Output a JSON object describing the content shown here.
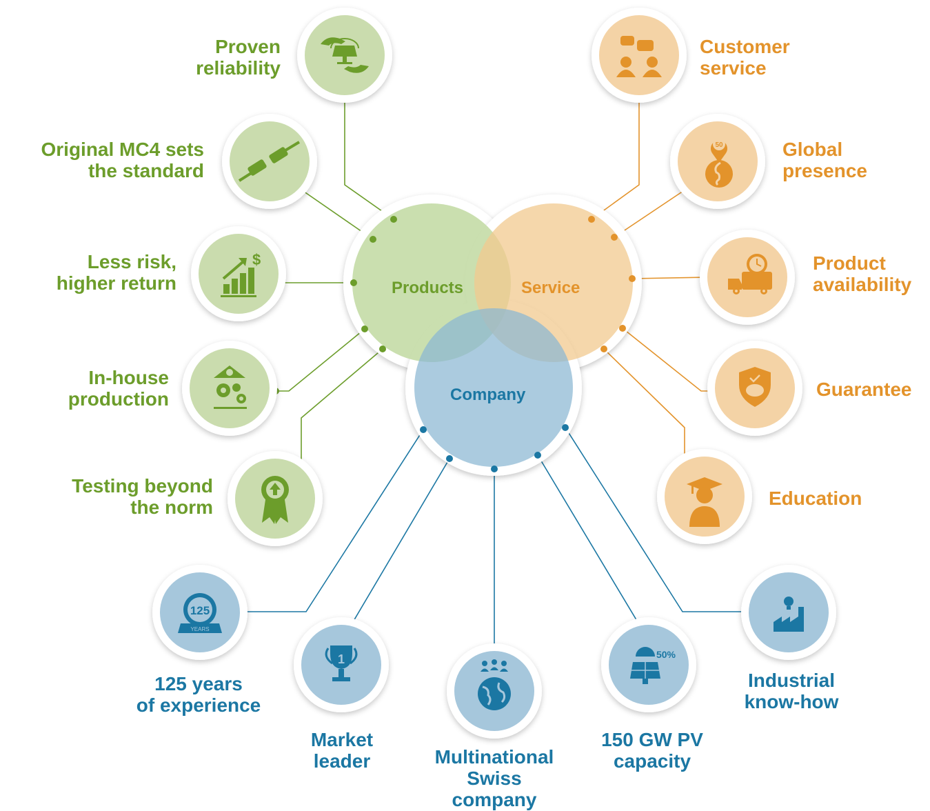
{
  "colors": {
    "green": "#6c9d2b",
    "green_fill": "#cadcae",
    "orange": "#e3932b",
    "orange_fill": "#f4d3a6",
    "blue": "#1b77a3",
    "blue_fill": "#a6c7dc"
  },
  "venn": {
    "products": "Products",
    "service": "Service",
    "company": "Company"
  },
  "products_items": [
    {
      "line1": "Proven",
      "line2": "reliability",
      "icon": "hands-solar-panel-icon"
    },
    {
      "line1": "Original MC4 sets",
      "line2": "the standard",
      "icon": "connector-plug-icon"
    },
    {
      "line1": "Less risk,",
      "line2": "higher return",
      "icon": "growth-chart-dollar-icon"
    },
    {
      "line1": "In-house",
      "line2": "production",
      "icon": "factory-gears-icon"
    },
    {
      "line1": "Testing beyond",
      "line2": "the norm",
      "icon": "award-ribbon-icon"
    }
  ],
  "service_items": [
    {
      "line1": "Customer",
      "line2": "service",
      "icon": "people-chat-icon"
    },
    {
      "line1": "Global",
      "line2": "presence",
      "icon": "globe-pin-icon",
      "badge": "50"
    },
    {
      "line1": "Product",
      "line2": "availability",
      "icon": "delivery-truck-clock-icon"
    },
    {
      "line1": "Guarantee",
      "line2": "",
      "icon": "shield-piggy-bank-icon"
    },
    {
      "line1": "Education",
      "line2": "",
      "icon": "graduate-person-icon"
    }
  ],
  "company_items": [
    {
      "line1": "125 years",
      "line2": "of experience",
      "line3": "",
      "icon": "anniversary-badge-icon",
      "badge": "125",
      "badge_sub": "YEARS"
    },
    {
      "line1": "Market",
      "line2": "leader",
      "line3": "",
      "icon": "trophy-icon",
      "badge": "1"
    },
    {
      "line1": "Multinational",
      "line2": "Swiss",
      "line3": "company",
      "icon": "globe-people-icon"
    },
    {
      "line1": "150 GW PV",
      "line2": "capacity",
      "line3": "",
      "icon": "solar-panel-sun-icon",
      "badge": "50%"
    },
    {
      "line1": "Industrial",
      "line2": "know-how",
      "line3": "",
      "icon": "factory-lightbulb-icon"
    }
  ]
}
